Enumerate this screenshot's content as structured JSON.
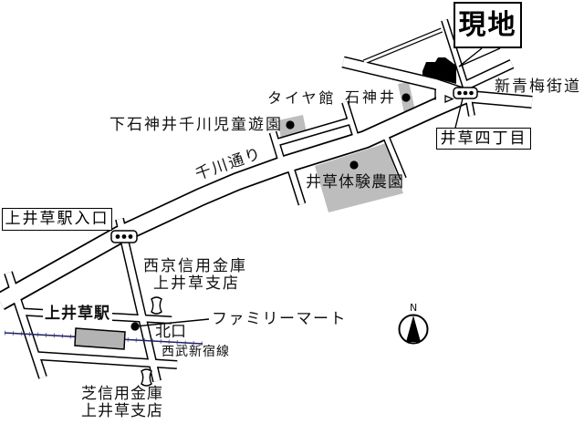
{
  "destination": {
    "label": "現地",
    "icon": "building-marker"
  },
  "roads": {
    "shin_ome_kaido": "新青梅街道",
    "senkawa_dori": "千川通り"
  },
  "intersections": [
    {
      "label": "井草四丁目",
      "icon": "traffic-signal"
    },
    {
      "label": "上井草駅入口",
      "icon": "traffic-signal"
    }
  ],
  "landmarks": [
    {
      "label": "タイヤ館"
    },
    {
      "label": "石神井",
      "icon": "dot"
    },
    {
      "label": "下石神井千川児童遊園",
      "icon": "dot"
    },
    {
      "label": "井草体験農園",
      "icon": "dot"
    },
    {
      "label": "ファミリーマート",
      "icon": "dot"
    }
  ],
  "banks": [
    {
      "name": "西京信用金庫",
      "branch": "上井草支店",
      "icon": "bank-symbol"
    },
    {
      "name": "芝信用金庫",
      "branch": "上井草支店",
      "icon": "bank-symbol"
    }
  ],
  "station": {
    "name": "上井草駅",
    "exit": "北口",
    "line": "西武新宿線"
  },
  "north_arrow": {
    "label": "N"
  },
  "colors": {
    "ink": "#000000",
    "area_fill": "#bdbdbd",
    "railway": "#22226a",
    "background": "#ffffff"
  }
}
